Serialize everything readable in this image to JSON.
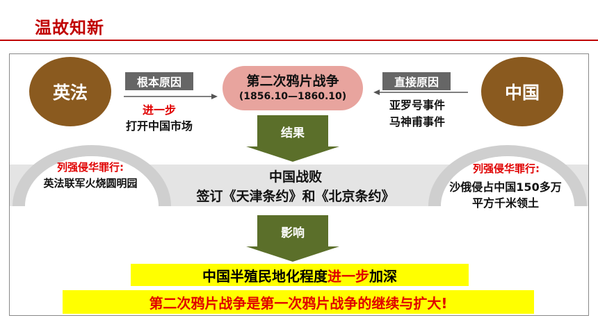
{
  "title": "温故知新",
  "left_circle": "英法",
  "right_circle": "中国",
  "root_cause": {
    "label": "根本原因",
    "line1": "进一步",
    "line2": "打开中国市场"
  },
  "direct_cause": {
    "label": "直接原因",
    "line1": "亚罗号事件",
    "line2": "马神甫事件"
  },
  "center": {
    "title": "第二次鸦片战争",
    "dates": "(1856.10—1860.10)"
  },
  "result_arrow": "结果",
  "result": {
    "line1": "中国战败",
    "line2": "签订《天津条约》和《北京条约》"
  },
  "left_crime": {
    "label": "列强侵华罪行:",
    "text": "英法联军火烧圆明园"
  },
  "right_crime": {
    "label": "列强侵华罪行:",
    "line1": "沙俄侵占中国150多万",
    "line2": "平方千米领土"
  },
  "impact_arrow": "影响",
  "impact": {
    "part1": "中国半殖民地化程度",
    "part2": "进一步",
    "part3": "加深"
  },
  "conclusion": "第二次鸦片战争是第一次鸦片战争的继续与扩大!",
  "colors": {
    "title_red": "#c00000",
    "brown": "#8a5a1f",
    "label_gray": "#666666",
    "oval_pink": "#e8a49e",
    "arrow_green": "#5b6f2a",
    "highlight_yellow": "#ffff00",
    "text_red": "#e00000"
  }
}
